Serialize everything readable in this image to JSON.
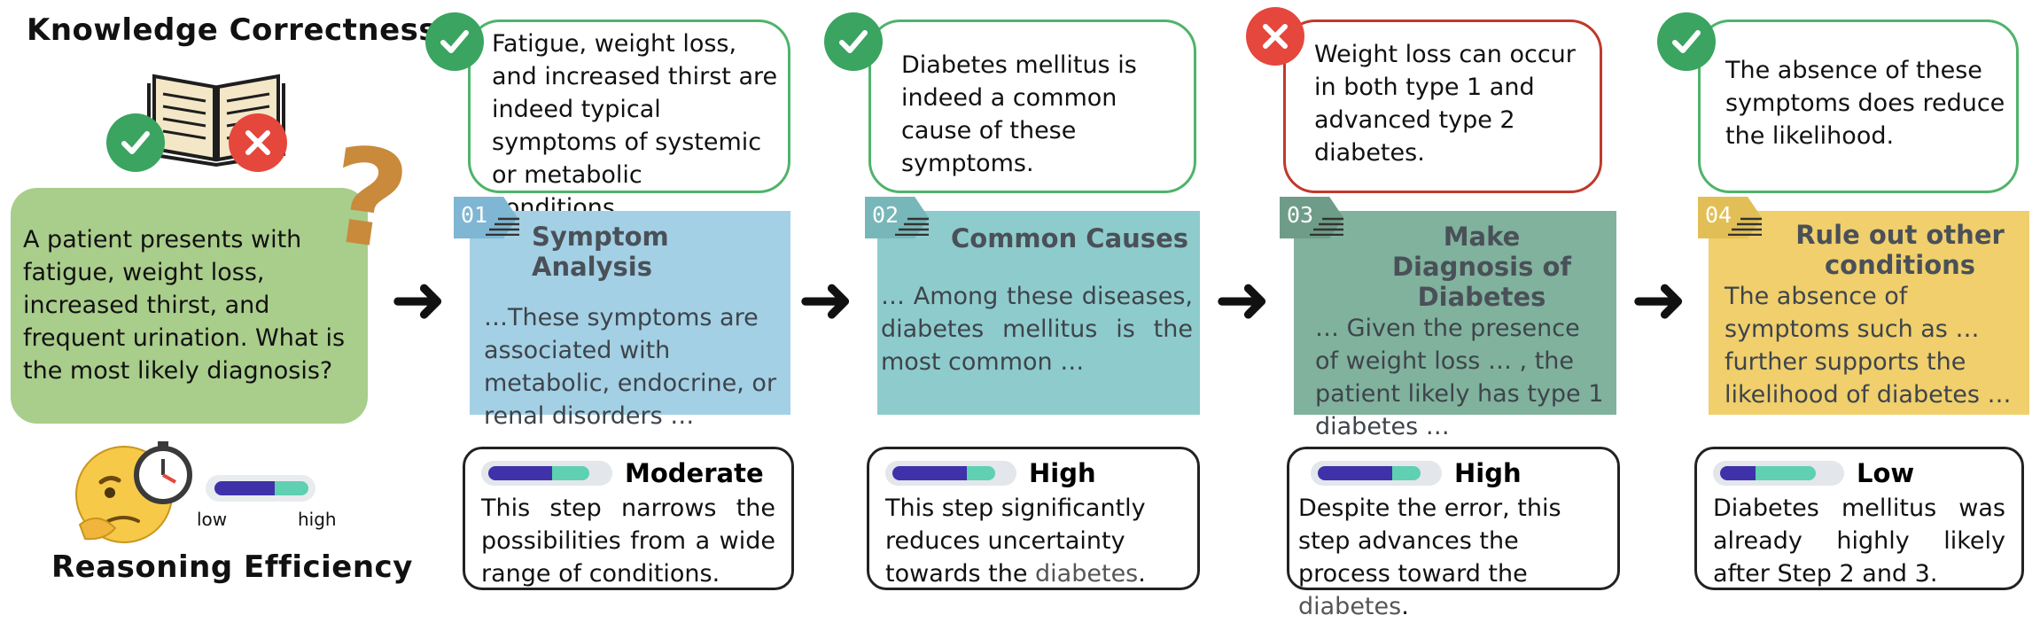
{
  "left": {
    "title": "Knowledge Correctness",
    "question": "A patient presents with fatigue, weight loss, increased thirst, and frequent urination. What is the most likely diagnosis?",
    "qmark": "?",
    "efficiency_title": "Reasoning Efficiency",
    "scale_low": "low",
    "scale_high": "high"
  },
  "arrow_glyph": "➜",
  "colors": {
    "question_bg": "#a9cd8b",
    "ok_green": "#3aa460",
    "err_red": "#e5473d",
    "bar_primary": "#3f31a9",
    "bar_secondary": "#5fd0b2"
  },
  "steps": [
    {
      "num": "01",
      "title": "Symptom Analysis",
      "body": "…These symptoms are associated with metabolic, endocrine, or renal disorders …",
      "card_color": "#a3d0e4",
      "tag_color": "#7fb6d3",
      "feedback": "Fatigue, weight loss, and increased thirst are indeed typical symptoms of systemic or metabolic conditions.",
      "correct": true,
      "efficiency": "Moderate",
      "efficiency_level": 0.6,
      "efficiency_note": "This step narrows the possibilities from a wide range of conditions."
    },
    {
      "num": "02",
      "title": "Common Causes",
      "body": "… Among these diseases, diabetes mellitus is the most common …",
      "card_color": "#8ecbcc",
      "tag_color": "#78b7b9",
      "feedback": "Diabetes mellitus is indeed a common cause of these symptoms.",
      "correct": true,
      "efficiency": "High",
      "efficiency_level": 0.72,
      "efficiency_note_pre": "This step significantly reduces uncertainty towards the ",
      "efficiency_note_hl": "diabetes",
      "efficiency_note_post": "."
    },
    {
      "num": "03",
      "title": "Make Diagnosis of Diabetes",
      "body": "… Given the presence of weight loss … , the patient likely has type 1 diabetes …",
      "card_color": "#80b29d",
      "tag_color": "#6f9c89",
      "feedback": "Weight loss can occur in both type 1 and advanced type 2 diabetes.",
      "correct": false,
      "efficiency": "High",
      "efficiency_level": 0.72,
      "efficiency_note_pre": "Despite the error, this step advances the process toward the ",
      "efficiency_note_hl": "diabetes",
      "efficiency_note_post": "."
    },
    {
      "num": "04",
      "title": "Rule out other conditions",
      "body": "The absence of symptoms such as … further supports the likelihood of diabetes …",
      "card_color": "#f0cf6c",
      "tag_color": "#e2bf56",
      "feedback": "The absence of these symptoms does reduce the likelihood.",
      "correct": true,
      "efficiency": "Low",
      "efficiency_level": 0.3,
      "efficiency_note": "Diabetes mellitus was already highly likely after Step 2 and 3."
    }
  ]
}
